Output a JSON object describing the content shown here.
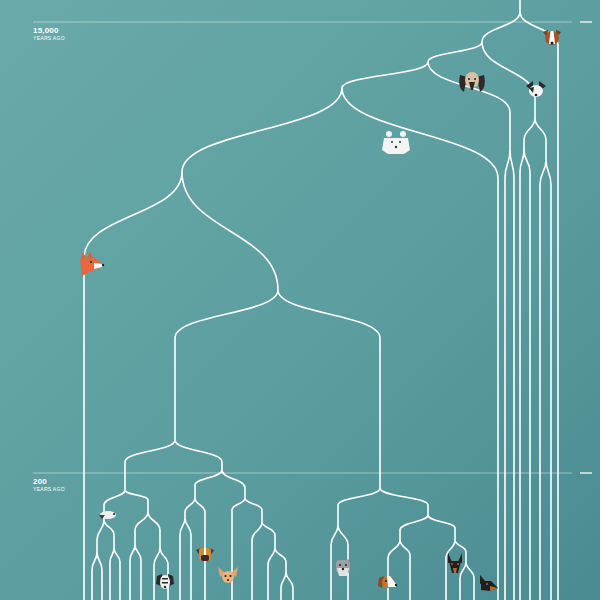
{
  "diagram": {
    "labels": [
      "15,000",
      "YEARS AGO",
      "200",
      "YEARS AGO"
    ]
  }
}
